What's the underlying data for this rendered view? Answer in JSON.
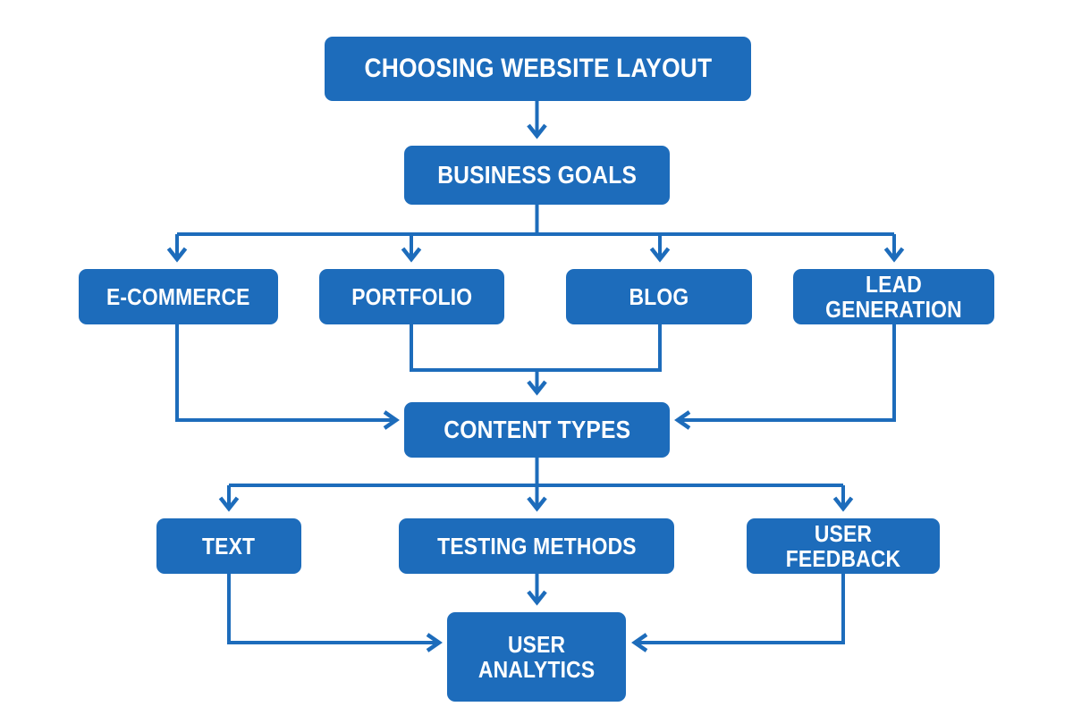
{
  "diagram": {
    "title": "Choosing Website Layout",
    "type": "flowchart",
    "background_color": "#ffffff",
    "node_color": "#1d6cbb",
    "node_text_color": "#ffffff",
    "connector_color": "#1d6cbb",
    "nodes": {
      "root": "CHOOSING WEBSITE LAYOUT",
      "goals": "BUSINESS GOALS",
      "ecommerce": "E-COMMERCE",
      "portfolio": "PORTFOLIO",
      "blog": "BLOG",
      "lead_generation": "LEAD GENERATION",
      "content_types": "CONTENT TYPES",
      "text": "TEXT",
      "testing_methods": "TESTING METHODS",
      "user_feedback": "USER FEEDBACK",
      "user_analytics": "USER\nANALYTICS"
    },
    "levels": [
      {
        "name": "level-1",
        "nodes": [
          "CHOOSING WEBSITE LAYOUT"
        ]
      },
      {
        "name": "level-2",
        "nodes": [
          "BUSINESS GOALS"
        ]
      },
      {
        "name": "level-3",
        "nodes": [
          "E-COMMERCE",
          "PORTFOLIO",
          "BLOG",
          "LEAD GENERATION"
        ]
      },
      {
        "name": "level-4",
        "nodes": [
          "CONTENT TYPES"
        ]
      },
      {
        "name": "level-5",
        "nodes": [
          "TEXT",
          "TESTING METHODS",
          "USER FEEDBACK"
        ]
      },
      {
        "name": "level-6",
        "nodes": [
          "USER ANALYTICS"
        ]
      }
    ],
    "edges": [
      {
        "from": "CHOOSING WEBSITE LAYOUT",
        "to": "BUSINESS GOALS"
      },
      {
        "from": "BUSINESS GOALS",
        "to": "E-COMMERCE"
      },
      {
        "from": "BUSINESS GOALS",
        "to": "PORTFOLIO"
      },
      {
        "from": "BUSINESS GOALS",
        "to": "BLOG"
      },
      {
        "from": "BUSINESS GOALS",
        "to": "LEAD GENERATION"
      },
      {
        "from": "E-COMMERCE",
        "to": "CONTENT TYPES"
      },
      {
        "from": "PORTFOLIO",
        "to": "CONTENT TYPES"
      },
      {
        "from": "BLOG",
        "to": "CONTENT TYPES"
      },
      {
        "from": "LEAD GENERATION",
        "to": "CONTENT TYPES"
      },
      {
        "from": "CONTENT TYPES",
        "to": "TEXT"
      },
      {
        "from": "CONTENT TYPES",
        "to": "TESTING METHODS"
      },
      {
        "from": "CONTENT TYPES",
        "to": "USER FEEDBACK"
      },
      {
        "from": "TEXT",
        "to": "USER ANALYTICS"
      },
      {
        "from": "TESTING METHODS",
        "to": "USER ANALYTICS"
      },
      {
        "from": "USER FEEDBACK",
        "to": "USER ANALYTICS"
      }
    ]
  }
}
